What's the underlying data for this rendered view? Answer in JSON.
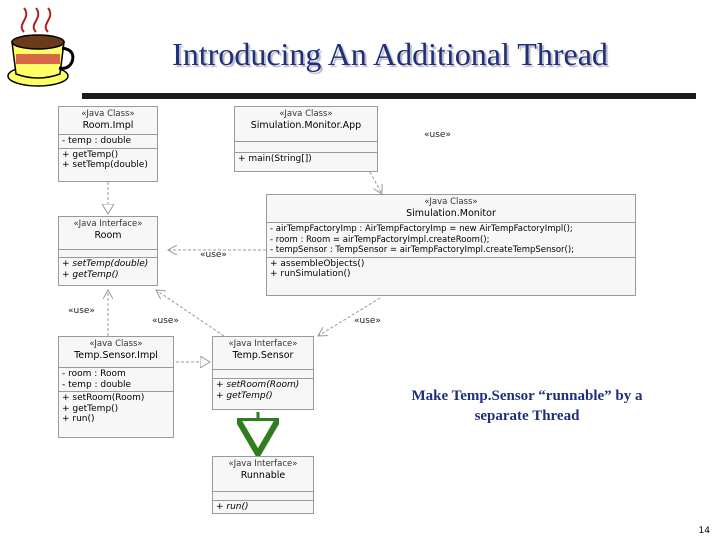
{
  "slide": {
    "title": "Introducing An Additional Thread",
    "page_number": "14",
    "note_line1": "Make Temp.Sensor “runnable” by a",
    "note_line2": "separate Thread"
  },
  "classes": {
    "room_impl": {
      "stereotype": "«Java Class»",
      "name": "Room.Impl",
      "attrs": [
        "- temp : double"
      ],
      "ops": [
        "+ getTemp()",
        "+ setTemp(double)"
      ]
    },
    "sim_app": {
      "stereotype": "«Java Class»",
      "name": "Simulation.Monitor.App",
      "ops": [
        "+ main(String[])"
      ]
    },
    "sim_monitor": {
      "stereotype": "«Java Class»",
      "name": "Simulation.Monitor",
      "attrs": [
        "- airTempFactoryImp : AirTempFactoryImp = new AirTempFactoryImpl();",
        "- room : Room = airTempFactoryImpl.createRoom();",
        "- tempSensor : TempSensor = airTempFactoryImpl.createTempSensor();"
      ],
      "ops": [
        "+ assembleObjects()",
        "+ runSimulation()"
      ]
    },
    "room": {
      "stereotype": "«Java Interface»",
      "name": "Room",
      "ops": [
        "+ setTemp(double)",
        "+ getTemp()"
      ]
    },
    "temp_sensor_impl": {
      "stereotype": "«Java Class»",
      "name": "Temp.Sensor.Impl",
      "attrs": [
        "- room : Room",
        "- temp : double"
      ],
      "ops": [
        "+ setRoom(Room)",
        "+ getTemp()",
        "+ run()"
      ]
    },
    "temp_sensor": {
      "stereotype": "«Java Interface»",
      "name": "Temp.Sensor",
      "ops": [
        "+ setRoom(Room)",
        "+ getTemp()"
      ]
    },
    "runnable": {
      "stereotype": "«Java Interface»",
      "name": "Runnable",
      "ops": [
        "+ run()"
      ]
    }
  },
  "labels": {
    "use1": "«use»",
    "use2": "«use»",
    "use3": "«use»",
    "use4": "«use»",
    "use5": "«use»"
  },
  "colors": {
    "title": "#1f2f7a",
    "highlight_arrow": "#2e7d1f"
  }
}
